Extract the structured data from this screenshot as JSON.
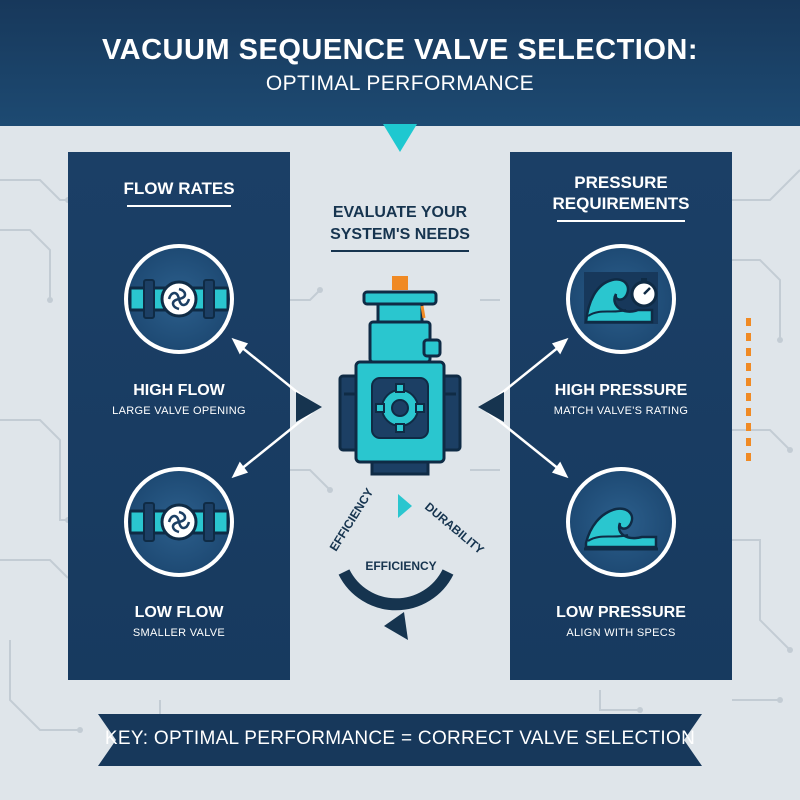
{
  "header": {
    "title": "VACUUM SEQUENCE VALVE SELECTION:",
    "subtitle": "OPTIMAL PERFORMANCE"
  },
  "left_panel": {
    "heading": "FLOW RATES",
    "items": [
      {
        "title": "HIGH FLOW",
        "desc": "LARGE VALVE OPENING",
        "icon": "pipe-flow-icon"
      },
      {
        "title": "LOW FLOW",
        "desc": "SMALLER VALVE",
        "icon": "pipe-flow-icon"
      }
    ]
  },
  "center": {
    "label": "EVALUATE YOUR SYSTEM'S NEEDS",
    "valve_icon": "valve-gear-icon",
    "cycle": {
      "left": "EFFICIENCY",
      "right": "DURABILITY",
      "middle": "EFFICIENCY"
    }
  },
  "right_panel": {
    "heading": "PRESSURE REQUIREMENTS",
    "items": [
      {
        "title": "HIGH PRESSURE",
        "desc": "MATCH VALVE'S RATING",
        "icon": "wave-gauge-icon"
      },
      {
        "title": "LOW PRESSURE",
        "desc": "ALIGN WITH SPECS",
        "icon": "wave-icon"
      }
    ]
  },
  "footer": {
    "text": "KEY: OPTIMAL PERFORMANCE = CORRECT VALVE SELECTION"
  },
  "colors": {
    "navy": "#1b3f66",
    "teal": "#2ac6cf",
    "accent_orange": "#f08a24",
    "background": "#dfe5ea"
  }
}
